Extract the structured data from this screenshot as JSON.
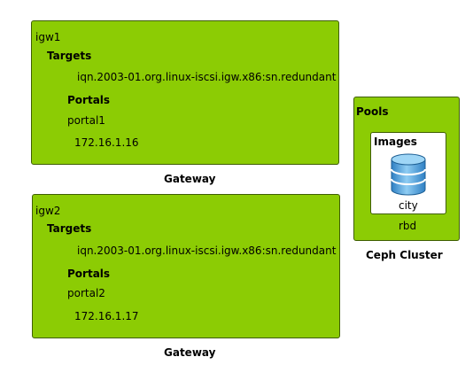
{
  "gateways": [
    {
      "name": "igw1",
      "targets_label": "Targets",
      "target_iqn": "iqn.2003-01.org.linux-iscsi.igw.x86:sn.redundant",
      "portals_label": "Portals",
      "portal_name": "portal1",
      "portal_ip": "172.16.1.16",
      "caption": "Gateway"
    },
    {
      "name": "igw2",
      "targets_label": "Targets",
      "target_iqn": "iqn.2003-01.org.linux-iscsi.igw.x86:sn.redundant",
      "portals_label": "Portals",
      "portal_name": "portal2",
      "portal_ip": "172.16.1.17",
      "caption": "Gateway"
    }
  ],
  "cluster": {
    "pools_label": "Pools",
    "images_label": "Images",
    "image_name": "city",
    "pool_name": "rbd",
    "caption": "Ceph Cluster",
    "database_icon": "database-icon"
  },
  "colors": {
    "node_fill": "#8ccc04",
    "node_border": "#3f5e02",
    "db_fill": "#5aaae0"
  }
}
